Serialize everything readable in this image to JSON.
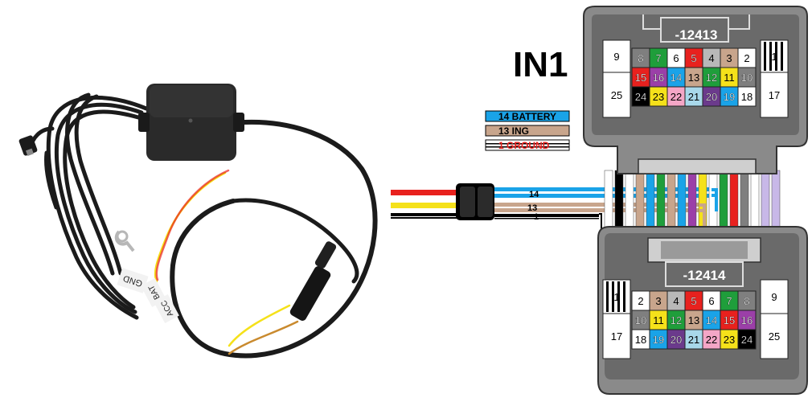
{
  "diagram": {
    "input_label": "IN1",
    "top_connector": {
      "label": "-12413",
      "rows": [
        [
          "8",
          "7",
          "6",
          "5",
          "4",
          "3",
          "2"
        ],
        [
          "15",
          "16",
          "14",
          "13",
          "12",
          "11",
          "10"
        ],
        [
          "24",
          "23",
          "22",
          "21",
          "20",
          "19",
          "18"
        ]
      ],
      "left_pins": [
        "9",
        "25"
      ],
      "right_pins": [
        "1",
        "17"
      ]
    },
    "bottom_connector": {
      "label": "-12414",
      "rows": [
        [
          "2",
          "3",
          "4",
          "5",
          "6",
          "7",
          "8"
        ],
        [
          "10",
          "11",
          "12",
          "13",
          "14",
          "15",
          "16"
        ],
        [
          "18",
          "19",
          "20",
          "21",
          "22",
          "23",
          "24"
        ]
      ],
      "left_pins": [
        "1",
        "17"
      ],
      "right_pins": [
        "9",
        "25"
      ]
    },
    "legend": [
      {
        "text": "14 BATTERY",
        "bg": "#1aa3e8",
        "fg": "#000000"
      },
      {
        "text": "13 ING",
        "bg": "#c8a58c",
        "fg": "#000000"
      },
      {
        "text": "1  GROUND",
        "bg": "#ffffff",
        "fg": "#e8211e"
      }
    ],
    "wire_numbers": [
      "14",
      "13",
      "1"
    ],
    "harness_tags": [
      "GND",
      "BAT",
      "ACC"
    ]
  },
  "colors": {
    "pin": {
      "1": "#ffffff",
      "2": "#ffffff",
      "3": "#c8a58c",
      "4": "#b8b8b8",
      "5": "#e8211e",
      "6": "#ffffff",
      "7": "#1f9e3b",
      "8": "#7f7f7f",
      "9": "#ffffff",
      "10": "#7f7f7f",
      "11": "#f5e11a",
      "12": "#1f9e3b",
      "13": "#c8a58c",
      "14": "#1aa3e8",
      "15": "#e8211e",
      "16": "#9b3fa8",
      "17": "#ffffff",
      "18": "#ffffff",
      "19": "#1aa3e8",
      "20": "#6b3a8c",
      "21": "#a8d8ea",
      "22": "#f4a6c6",
      "23": "#f5e11a",
      "24": "#000000",
      "25": "#ffffff"
    },
    "connector_body": "#6a6a6a",
    "connector_frame": "#bdbdbd",
    "wire_red": "#e8211e",
    "wire_yellow": "#f5e11a",
    "wire_blue": "#1aa3e8",
    "wire_tan": "#c8a58c",
    "cable_black": "#1b1b1b"
  }
}
